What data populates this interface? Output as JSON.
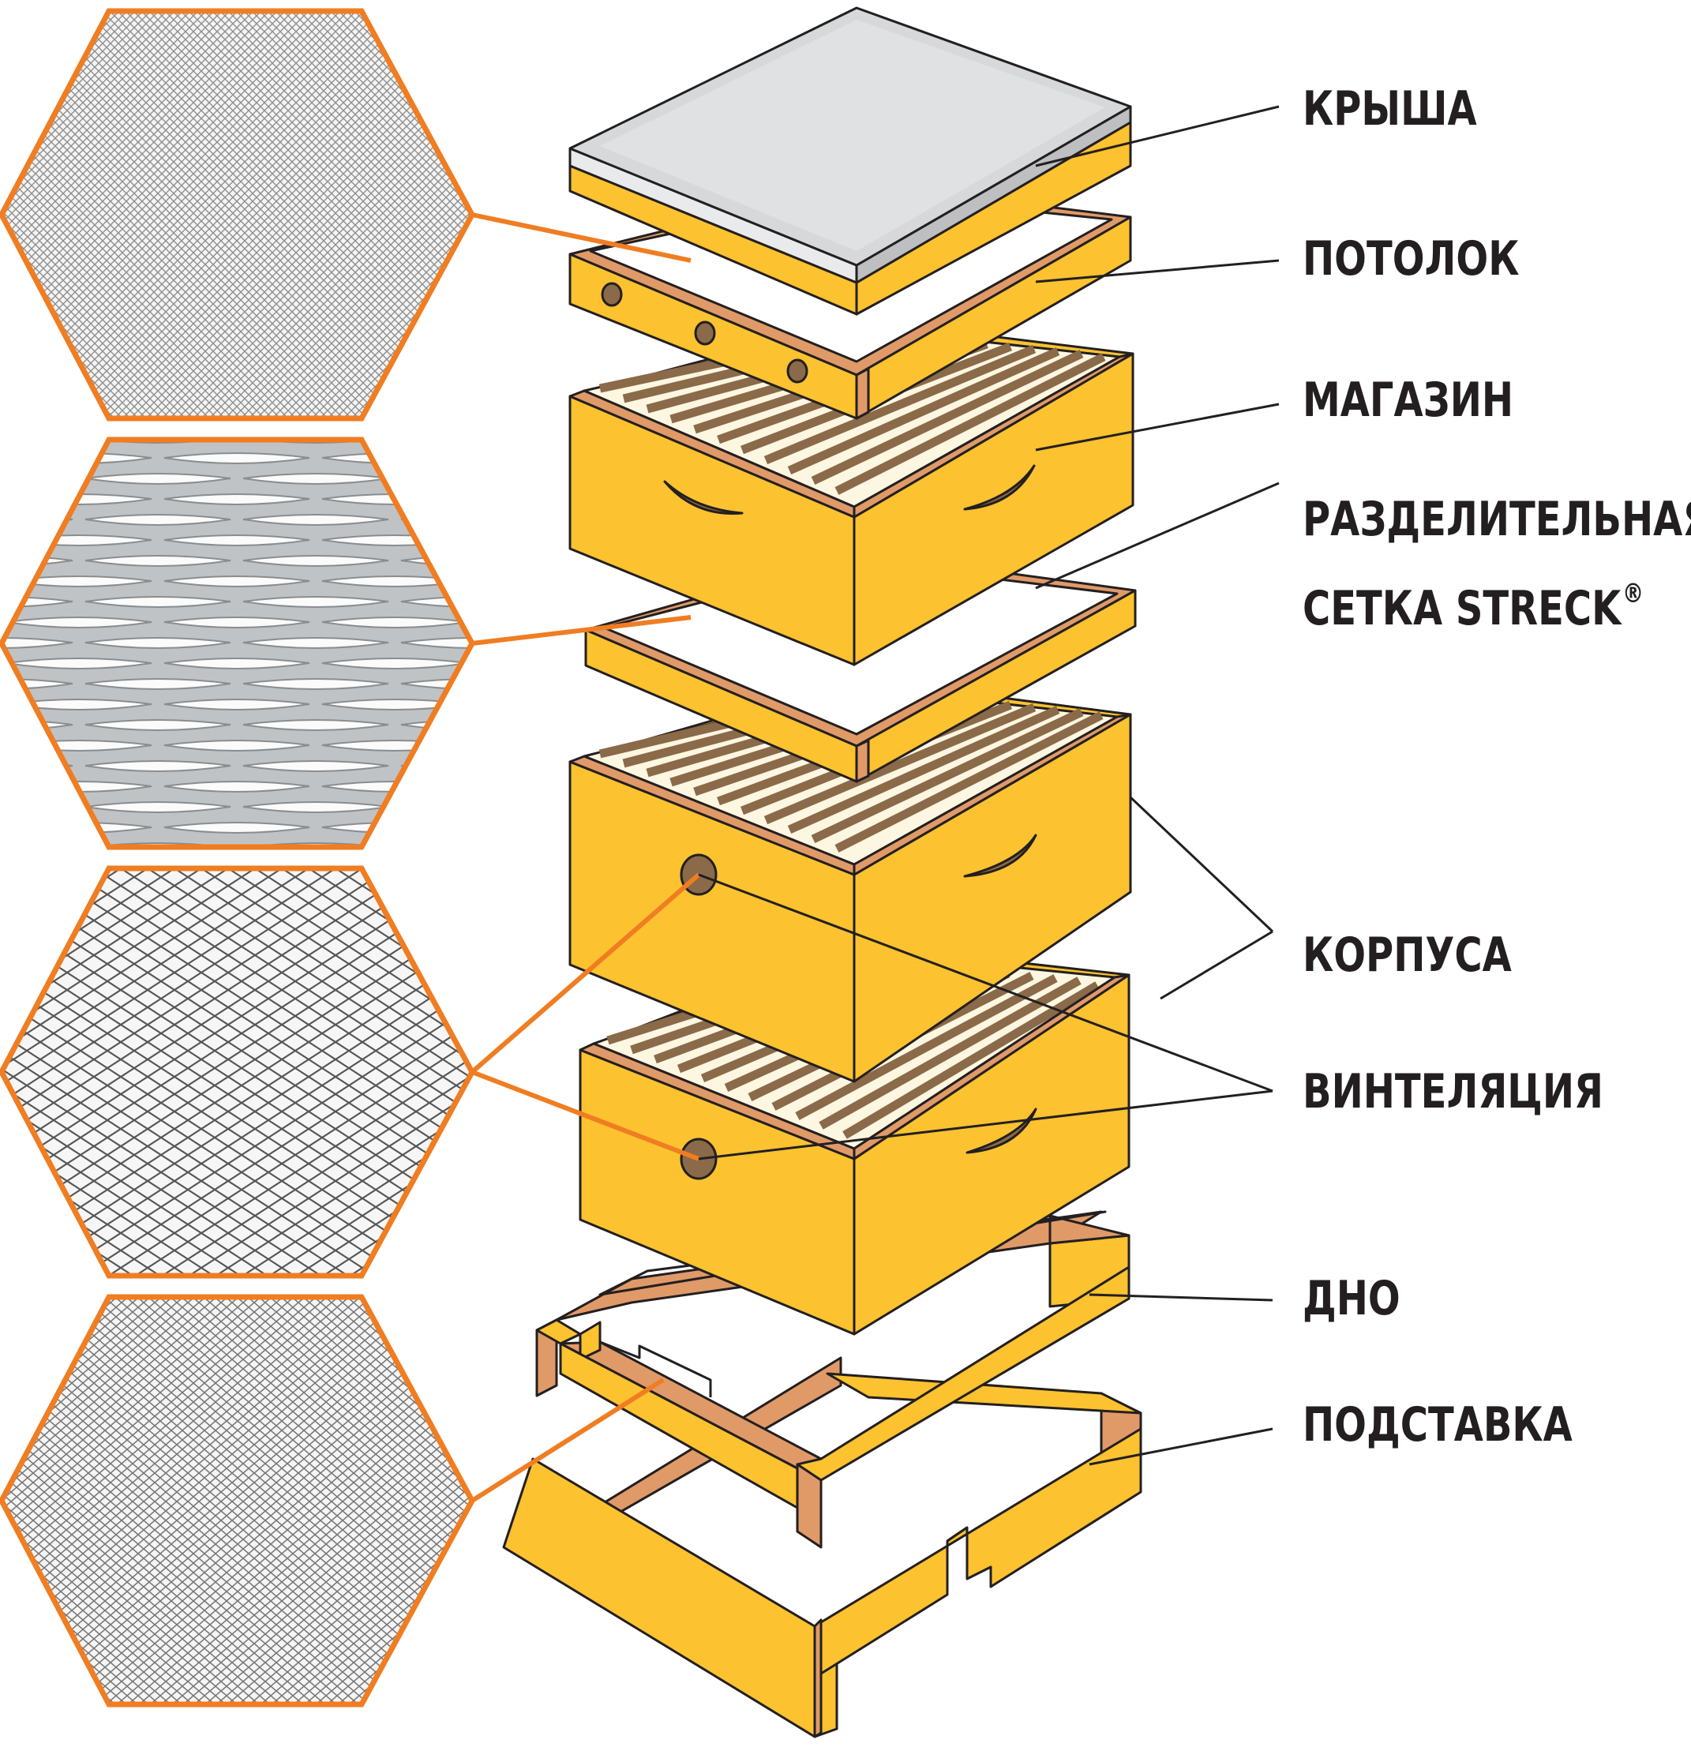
{
  "labels": {
    "roof": "КРЫША",
    "ceiling": "ПОТОЛОК",
    "super": "МАГАЗИН",
    "separator_line1": "РАЗДЕЛИТЕЛЬНАЯ",
    "separator_line2": "СЕТКА STRECK",
    "separator_mark": "®",
    "bodies": "КОРПУСА",
    "ventilation": "ВИНТЕЛЯЦИЯ",
    "bottom": "ДНО",
    "stand": "ПОДСТАВКА"
  },
  "colors": {
    "wood": "#fcc22f",
    "wood_dark": "#e09a68",
    "frame_brown": "#8a6a49",
    "outline": "#231f20",
    "callout_orange": "#f07d22",
    "roof_top": "#d6d8d9"
  },
  "swatches": [
    {
      "name": "fine-mesh-swatch"
    },
    {
      "name": "expanded-metal-swatch"
    },
    {
      "name": "wire-diamond-mesh-swatch"
    },
    {
      "name": "fine-diamond-mesh-swatch"
    }
  ]
}
